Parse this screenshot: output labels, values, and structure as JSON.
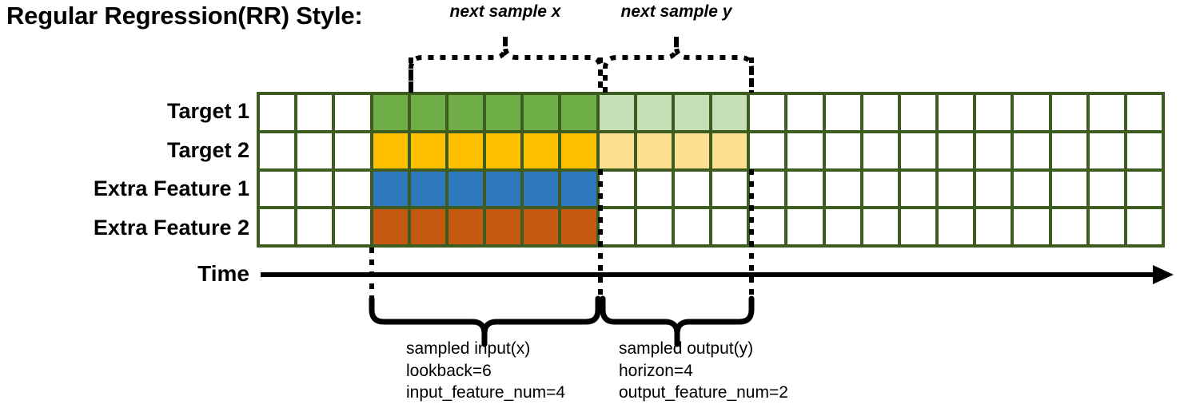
{
  "title": "Regular Regression(RR) Style:",
  "rows": [
    {
      "label": "Target 1",
      "name": "target-1"
    },
    {
      "label": "Target 2",
      "name": "target-2"
    },
    {
      "label": "Extra Feature 1",
      "name": "extra-feature-1"
    },
    {
      "label": "Extra Feature 2",
      "name": "extra-feature-2"
    }
  ],
  "grid": {
    "columns": 24,
    "rows": 4,
    "lead_white_columns": 3,
    "input_columns": 6,
    "output_columns": 4,
    "trailing_white_columns": 11,
    "border_color": "#3C5C20",
    "cell_colors": {
      "target_1_input": "#6FAE46",
      "target_1_output": "#C5E0B4",
      "target_2_input": "#FFC000",
      "target_2_output": "#FFE093",
      "extra_feature_1_input": "#2E78BD",
      "extra_feature_2_input": "#C55911",
      "empty": "#FFFFFF"
    }
  },
  "time_axis": {
    "label": "Time"
  },
  "top_annotations": [
    {
      "text": "next sample x",
      "name": "next-sample-x"
    },
    {
      "text": "next sample y",
      "name": "next-sample-y"
    }
  ],
  "bottom_annotations": [
    {
      "name": "sampled-input",
      "lines": [
        "sampled input(x)",
        "lookback=6",
        "input_feature_num=4"
      ]
    },
    {
      "name": "sampled-output",
      "lines": [
        "sampled output(y)",
        "horizon=4",
        "output_feature_num=2"
      ]
    }
  ]
}
